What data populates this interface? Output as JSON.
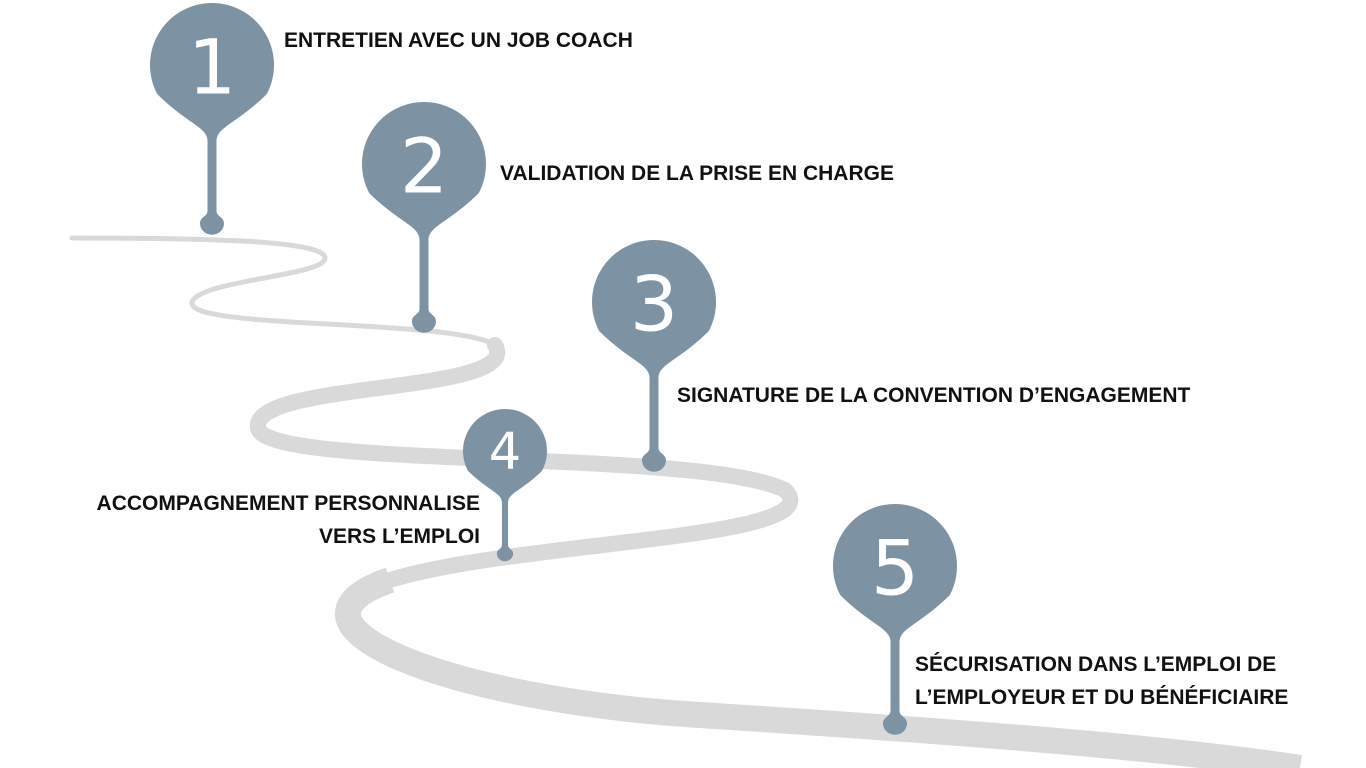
{
  "colors": {
    "pin": "#7d93a3",
    "road": "#d9d9d9",
    "background": "#ffffff",
    "text": "#111111"
  },
  "steps": [
    {
      "number": "1",
      "lines": [
        "ENTRETIEN AVEC UN JOB COACH"
      ]
    },
    {
      "number": "2",
      "lines": [
        "VALIDATION DE LA PRISE EN CHARGE"
      ]
    },
    {
      "number": "3",
      "lines": [
        "SIGNATURE DE LA CONVENTION D’ENGAGEMENT"
      ]
    },
    {
      "number": "4",
      "lines": [
        "ACCOMPAGNEMENT PERSONNALISE",
        "VERS L’EMPLOI"
      ]
    },
    {
      "number": "5",
      "lines": [
        "SÉCURISATION DANS L’EMPLOI DE",
        "L’EMPLOYEUR ET DU BÉNÉFICIAIRE"
      ]
    }
  ]
}
